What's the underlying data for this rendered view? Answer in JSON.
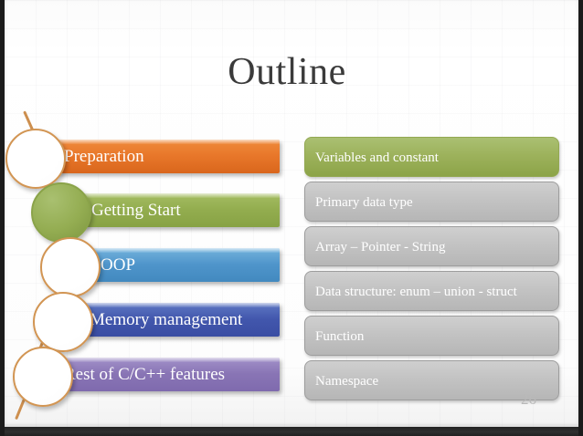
{
  "slide": {
    "title": "Outline",
    "page_number": "26"
  },
  "left_column": {
    "items": [
      {
        "label": "Preparation",
        "color": "#e8772a",
        "circle": "white"
      },
      {
        "label": "Getting Start",
        "color": "#93ad4f",
        "circle": "green"
      },
      {
        "label": "OOP",
        "color": "#4f95cb",
        "circle": "white"
      },
      {
        "label": "Memory management",
        "color": "#4257ad",
        "circle": "white"
      },
      {
        "label": "Rest of C/C++ features",
        "color": "#8975b5",
        "circle": "white"
      }
    ]
  },
  "right_column": {
    "items": [
      {
        "label": "Variables and constant",
        "state": "highlighted",
        "color": "#9db25c"
      },
      {
        "label": "Primary data type",
        "state": "normal",
        "color": "#c3c3c3"
      },
      {
        "label": "Array – Pointer - String",
        "state": "normal",
        "color": "#c3c3c3"
      },
      {
        "label": "Data structure: enum – union - struct",
        "state": "normal",
        "color": "#c3c3c3"
      },
      {
        "label": "Function",
        "state": "normal",
        "color": "#c3c3c3"
      },
      {
        "label": "Namespace",
        "state": "normal",
        "color": "#c3c3c3"
      }
    ]
  }
}
